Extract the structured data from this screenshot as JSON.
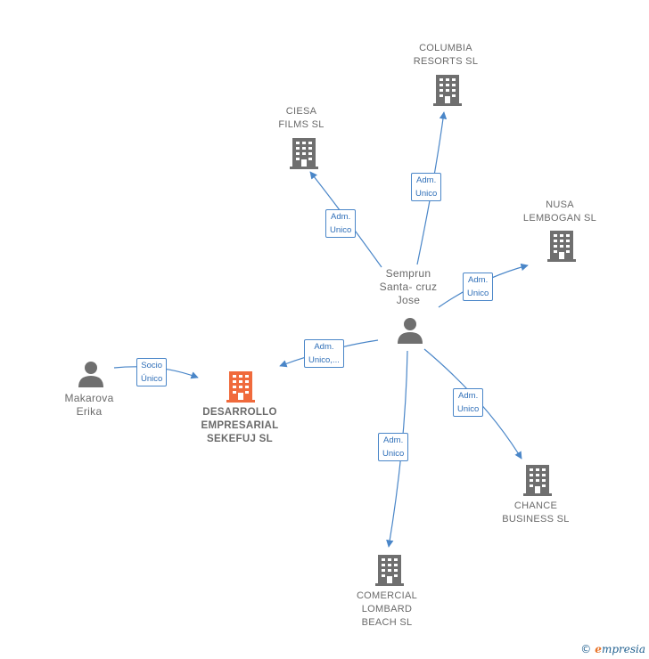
{
  "nodes": {
    "columbia": {
      "label": "COLUMBIA\nRESORTS  SL",
      "icon": "building-icon"
    },
    "ciesa": {
      "label": "CIESA\nFILMS  SL",
      "icon": "building-icon"
    },
    "nusa": {
      "label": "NUSA\nLEMBOGAN SL",
      "icon": "building-icon"
    },
    "semprun": {
      "label": "Semprun\nSanta- cruz\nJose",
      "icon": "person-icon"
    },
    "makarova": {
      "label": "Makarova\nErika",
      "icon": "person-icon"
    },
    "desarrollo": {
      "label": "DESARROLLO\nEMPRESARIAL\nSEKEFUJ  SL",
      "icon": "building-icon"
    },
    "chance": {
      "label": "CHANCE\nBUSINESS SL",
      "icon": "building-icon"
    },
    "comercial": {
      "label": "COMERCIAL\nLOMBARD\nBEACH  SL",
      "icon": "building-icon"
    }
  },
  "edges": {
    "to_columbia": "Adm.\nUnico",
    "to_ciesa": "Adm.\nUnico",
    "to_nusa": "Adm.\nUnico",
    "to_desarrollo": "Adm.\nUnico,...",
    "makarova_to_desarrollo": "Socio\nÚnico",
    "to_chance": "Adm.\nUnico",
    "to_comercial": "Adm.\nUnico"
  },
  "colors": {
    "edge": "#4a86c8",
    "icon": "#6f6f6f",
    "highlight": "#f06a3c"
  },
  "footer": {
    "copyright": "©",
    "brand_e": "e",
    "brand_rest": "mpresia"
  }
}
